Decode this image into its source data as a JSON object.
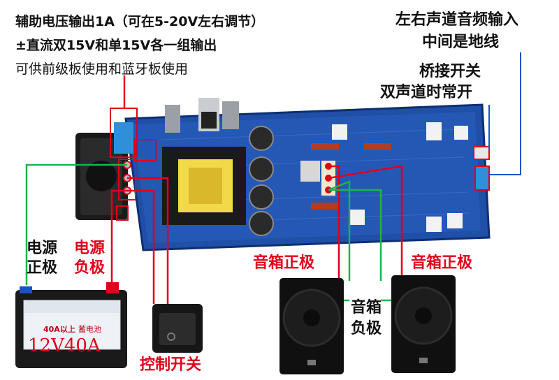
{
  "labels": {
    "aux_line1": "辅助电压输出1A（可在5-20V左右调节）",
    "aux_line2": "±直流双15V和单15V各一组输出",
    "aux_line3": "可供前级板使用和蓝牙板使用",
    "input_line1": "左右声道音频输入",
    "input_line2": "中间是地线",
    "bridge_line1": "桥接开关",
    "bridge_line2": "双声道时常开",
    "power_pos_line1": "电源",
    "power_pos_line2": "正极",
    "power_neg_line1": "电源",
    "power_neg_line2": "负极",
    "spk_pos_left": "音箱正极",
    "spk_pos_right": "音箱正极",
    "spk_neg_line1": "音箱",
    "spk_neg_line2": "负极",
    "control_switch": "控制开关"
  },
  "battery": {
    "voltage_label": "12V40A",
    "sticker_text": "40A以上",
    "brand_text": "蓄电池"
  },
  "colors": {
    "red_wire": "#e0001b",
    "green_wire": "#1db34a",
    "blue_wire": "#1a52c8",
    "pcb": "#1f4fa6",
    "label_red": "#e0001b"
  }
}
